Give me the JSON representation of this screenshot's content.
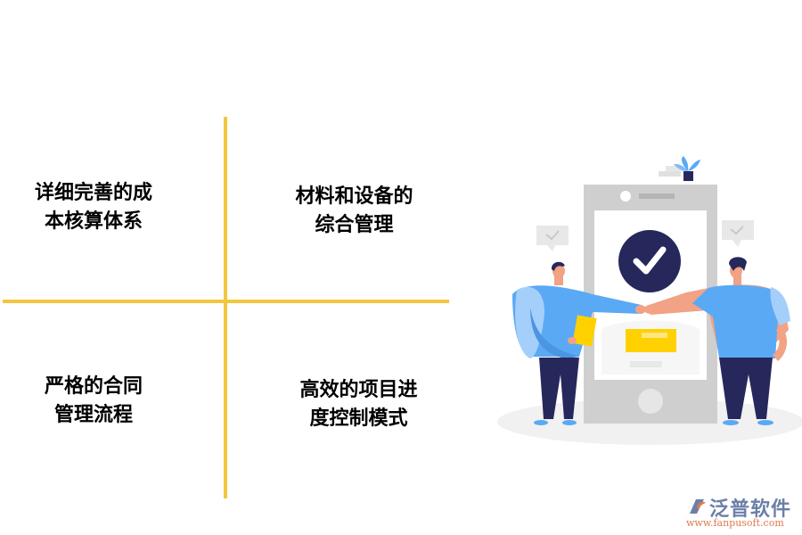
{
  "diagram": {
    "type": "four-quadrant feature grid",
    "divider_color": "#F2C73E",
    "quadrants": [
      {
        "position": "top-left",
        "lines": [
          "详细完善的成",
          "本核算体系"
        ]
      },
      {
        "position": "top-right",
        "lines": [
          "材料和设备的",
          "综合管理"
        ]
      },
      {
        "position": "bottom-left",
        "lines": [
          "严格的合同",
          "管理流程"
        ]
      },
      {
        "position": "bottom-right",
        "lines": [
          "高效的项目进",
          "度控制模式"
        ]
      }
    ]
  },
  "illustration": {
    "description": "two people fist-bumping in front of a phone with checkmark",
    "colors": {
      "phone": "#CFCFCF",
      "check_circle": "#26285C",
      "shirt": "#5AA9F5",
      "pants": "#26285C",
      "skin": "#F2A285",
      "card": "#FFD100"
    }
  },
  "logo": {
    "name": "泛普软件",
    "url": "www.fanpusoft.com",
    "colors": {
      "text": "#6c7fa8",
      "url": "#e0794e"
    }
  }
}
